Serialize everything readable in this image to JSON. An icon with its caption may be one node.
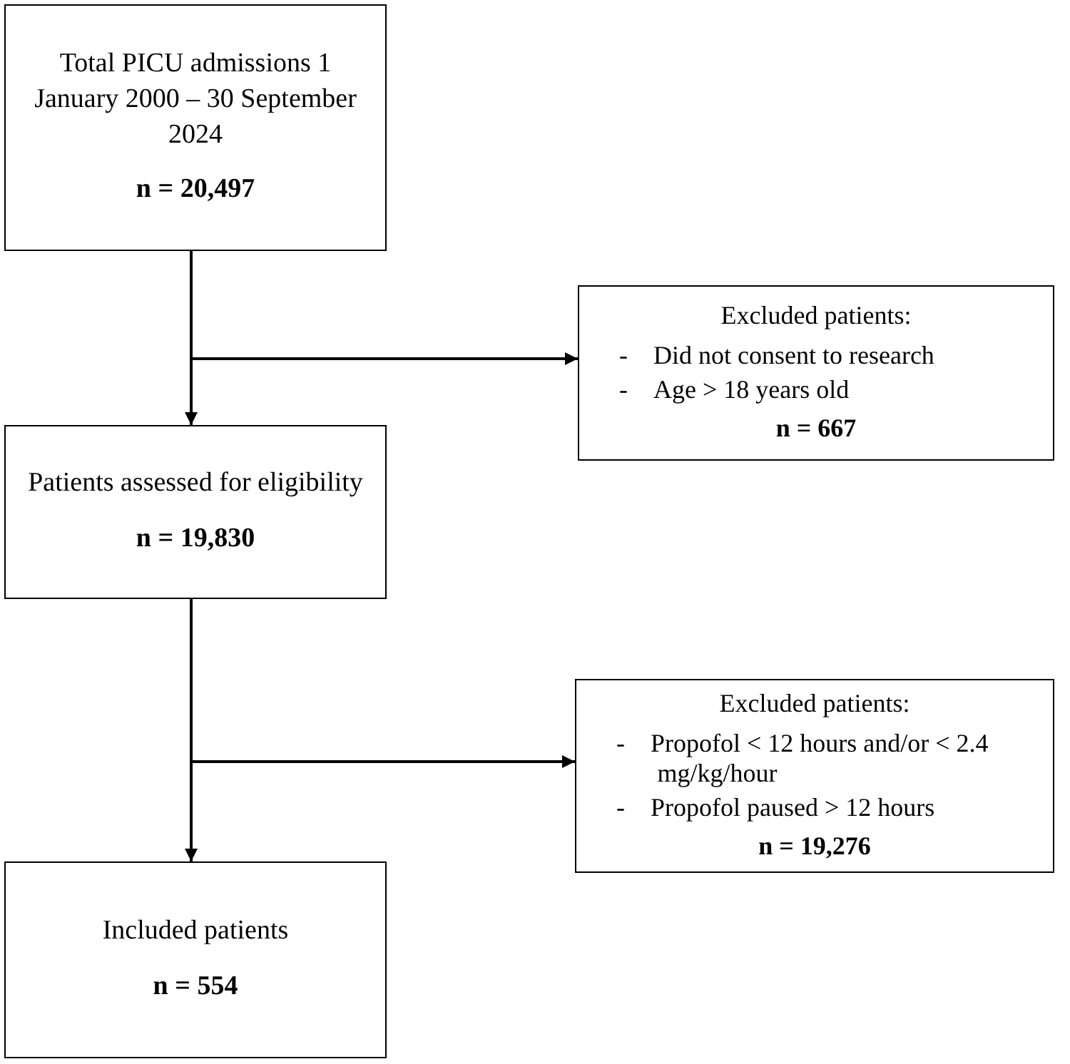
{
  "diagram": {
    "nodes": [
      {
        "text": [
          "Total PICU admissions 1 January 2000 – 30 September 2024",
          "n = 20,497"
        ]
      },
      {
        "text": [
          "Excluded patients:",
          "- Did not consent to research",
          "- Age > 18 years old",
          "n = 667"
        ]
      },
      {
        "text": [
          "Patients assessed for eligibility",
          "n = 19,830"
        ]
      },
      {
        "text": [
          "Excluded patients:",
          "- Propofol < 12 hours and/or < 2.4 mg/kg/hour",
          "- Propofol paused > 12 hours",
          "n = 19,276"
        ]
      },
      {
        "text": [
          "Included patients",
          "n = 554"
        ]
      }
    ],
    "edges": [
      {
        "from": 0,
        "to": 2,
        "arrow": "to"
      },
      {
        "from": 0,
        "to": 1,
        "arrow": "to"
      },
      {
        "from": 2,
        "to": 4,
        "arrow": "to"
      },
      {
        "from": 2,
        "to": 3,
        "arrow": "to"
      }
    ]
  }
}
